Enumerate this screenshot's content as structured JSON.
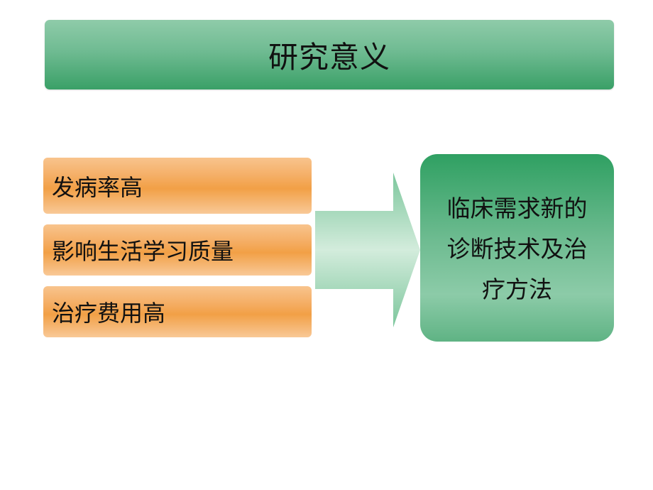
{
  "title": "研究意义",
  "reasons": [
    "发病率高",
    "影响生活学习质量",
    "治疗费用高"
  ],
  "outcome": {
    "lines": [
      "临床需求新的",
      "诊断技术及治",
      "疗方法"
    ]
  },
  "colors": {
    "title_bar": "#6fbb92",
    "reason_box": "#f2a046",
    "arrow": "#bfe3cc",
    "outcome_box": "#5fb384"
  }
}
